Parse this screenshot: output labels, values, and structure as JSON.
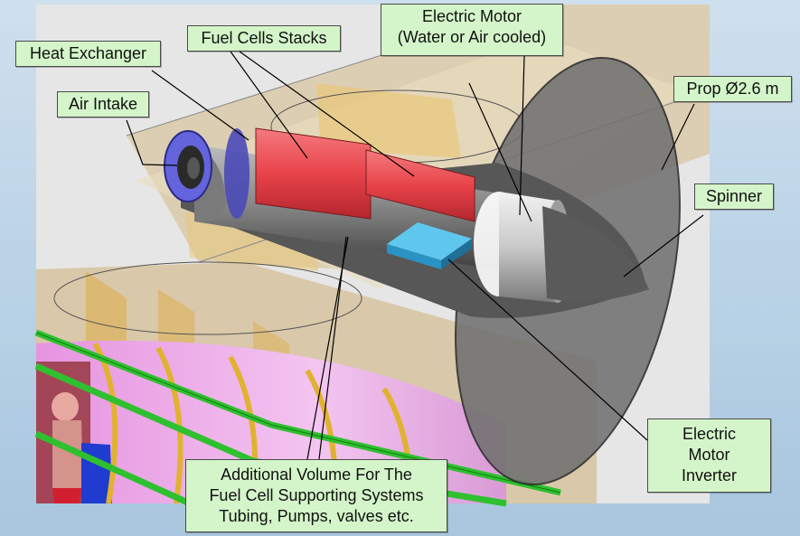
{
  "labels": {
    "heat_exchanger": "Heat Exchanger",
    "fuel_cell_stacks": "Fuel Cells Stacks",
    "electric_motor_line1": "Electric Motor",
    "electric_motor_line2": "(Water or Air cooled)",
    "prop": "Prop Ø2.6 m",
    "air_intake": "Air Intake",
    "spinner": "Spinner",
    "inverter_line1": "Electric",
    "inverter_line2": "Motor",
    "inverter_line3": "Inverter",
    "volume_line1": "Additional Volume For The",
    "volume_line2": "Fuel Cell Supporting Systems",
    "volume_line3": "Tubing, Pumps, valves etc."
  },
  "colors": {
    "callout_fill": "#d4f5c9",
    "fuel_cell": "#e8434a",
    "inverter": "#29a3d6",
    "intake_ring": "#5b5bd6",
    "wing_rib": "#e1b230",
    "stringer": "#2ec02e",
    "cabin": "#f0b4ec",
    "nacelle": "#8f8f8f",
    "propeller": "#707070"
  }
}
